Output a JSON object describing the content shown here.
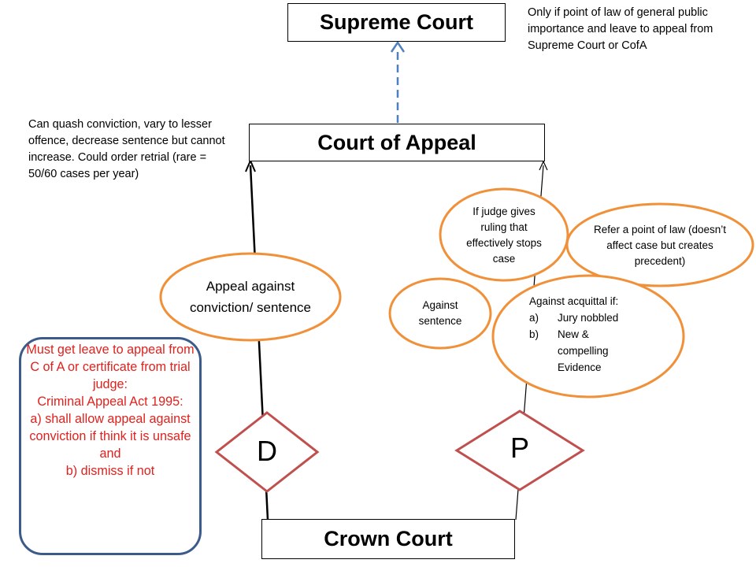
{
  "courts": {
    "supreme": "Supreme Court",
    "appeal": "Court of Appeal",
    "crown": "Crown Court"
  },
  "notes": {
    "supreme_condition": "Only if point of law of general public importance and leave to appeal from Supreme Court or CofA",
    "appeal_powers": "Can quash conviction, vary to lesser offence, decrease sentence but cannot increase.  Could order retrial (rare = 50/60 cases per year)"
  },
  "defence": {
    "label": "D",
    "oval": "Appeal against conviction/ sentence"
  },
  "prosecution": {
    "label": "P",
    "ovals": {
      "judge_ruling": "If judge gives ruling that effectively stops case",
      "point_of_law": "Refer a point of law (doesn’t affect case but creates precedent)",
      "against_sentence": "Against sentence",
      "acquittal_intro": "Against acquittal if:",
      "acquittal_items": [
        {
          "marker": "a)",
          "text": "Jury nobbled"
        },
        {
          "marker": "b)",
          "text": "New & compelling Evidence"
        }
      ]
    }
  },
  "leave_box": {
    "line1": "Must get leave to appeal from C of A or certificate from trial judge:",
    "line2": "Criminal Appeal Act 1995:",
    "line3": "a) shall allow appeal against conviction if think it is unsafe and",
    "line4": "b) dismiss if not"
  },
  "colors": {
    "oval_border": "#f0913a",
    "diamond_border": "#c0504d",
    "dashed_arrow": "#4f81bd",
    "leave_border": "#3c5a8a",
    "leave_text": "#e0211d"
  }
}
